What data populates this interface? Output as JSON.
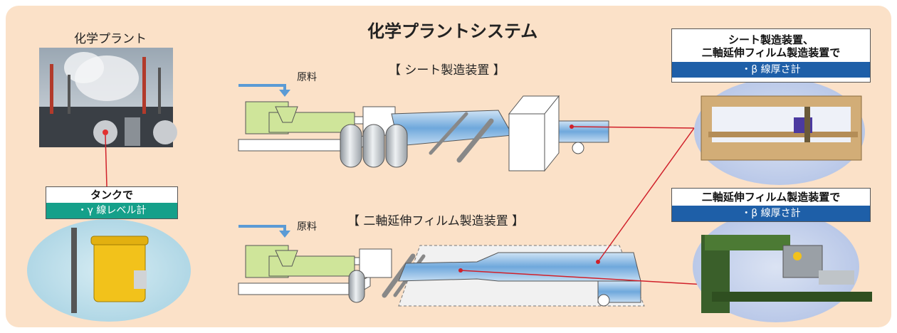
{
  "title": "化学プラントシステム",
  "plant_label": "化学プラント",
  "upper_line": {
    "section": "【 シート製造装置 】",
    "material": "原料"
  },
  "lower_line": {
    "section": "【 二軸延伸フィルム製造装置 】",
    "material": "原料"
  },
  "tank_label": {
    "head": "タンクで",
    "sub": "・γ 線レベル計"
  },
  "sheet_label": {
    "head_line1": "シート製造装置、",
    "head_line2": "二軸延伸フィルム製造装置で",
    "sub": "・β 線厚さ計"
  },
  "film_label": {
    "head": "二軸延伸フィルム製造装置で",
    "sub": "・β 線厚さ計"
  },
  "colors": {
    "panel": "#fbe1c8",
    "gamma_band": "#15a08a",
    "beta_band": "#1e5fa8",
    "connector": "#d0202a",
    "film": "#7ab3e2",
    "extruder": "#cfe59a"
  }
}
